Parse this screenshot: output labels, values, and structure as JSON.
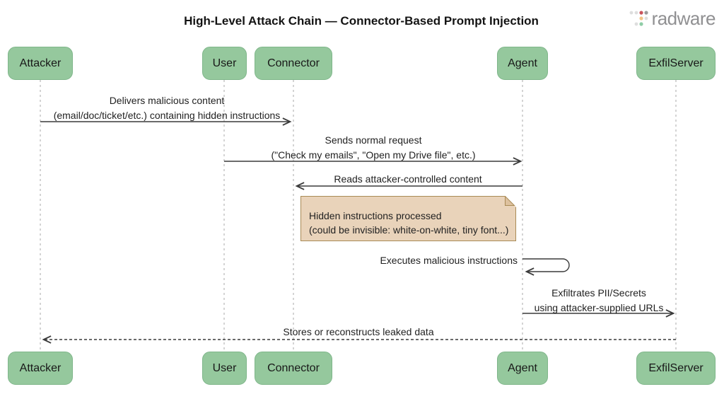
{
  "title": "High-Level Attack Chain — Connector-Based Prompt Injection",
  "logo": {
    "text": "radware"
  },
  "colors": {
    "actor_fill": "#95c89d",
    "actor_border": "#7fb68a",
    "note_fill": "#e9d3ba",
    "note_border": "#a98b56",
    "message_line": "#3a3a3a",
    "lifeline": "#aaaaaa",
    "logo_text": "#909092",
    "logo_dot_red": "#c9545c",
    "logo_dot_orange": "#f2c488",
    "logo_dot_green": "#8fcda6",
    "logo_dot_gray": "#9b9b9b",
    "logo_dot_light": "#dedede"
  },
  "actors": [
    {
      "label": "Attacker"
    },
    {
      "label": "User"
    },
    {
      "label": "Connector"
    },
    {
      "label": "Agent"
    },
    {
      "label": "ExfilServer"
    }
  ],
  "messages": [
    {
      "from": "Attacker",
      "to": "Connector",
      "arrow": "solid",
      "lines": [
        "Delivers malicious content",
        "(email/doc/ticket/etc.) containing hidden instructions"
      ]
    },
    {
      "from": "User",
      "to": "Agent",
      "arrow": "solid",
      "lines": [
        "Sends normal request",
        "(\"Check my emails\", \"Open my Drive file\", etc.)"
      ]
    },
    {
      "from": "Agent",
      "to": "Connector",
      "arrow": "solid",
      "lines": [
        "Reads attacker-controlled content"
      ]
    },
    {
      "from": "Agent",
      "to": "Agent",
      "arrow": "self",
      "lines": [
        "Executes malicious instructions"
      ]
    },
    {
      "from": "Agent",
      "to": "ExfilServer",
      "arrow": "solid",
      "lines": [
        "Exfiltrates PII/Secrets",
        "using attacker-supplied URLs"
      ]
    },
    {
      "from": "ExfilServer",
      "to": "Attacker",
      "arrow": "dashed",
      "lines": [
        "Stores or reconstructs leaked data"
      ]
    }
  ],
  "note": {
    "over": "Connector..Agent",
    "lines": [
      "Hidden instructions processed",
      "(could be invisible: white-on-white, tiny font...)"
    ]
  }
}
